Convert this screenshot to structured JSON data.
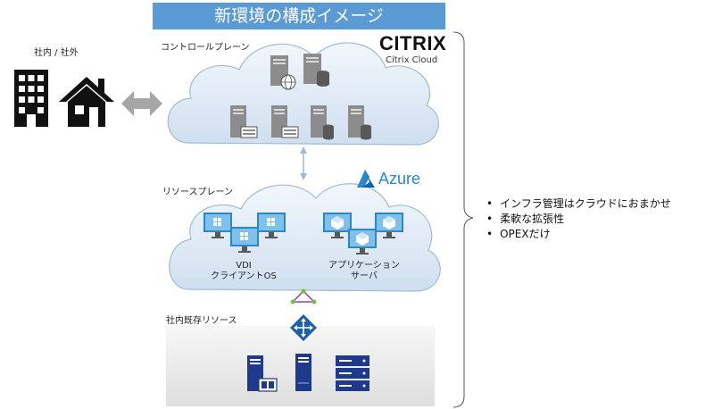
{
  "title": "新環境の構成イメージ",
  "site": {
    "label": "社内 / 社外"
  },
  "control_plane": {
    "label": "コントロールプレーン",
    "vendor": "CITRIX",
    "service": "Citrix Cloud"
  },
  "resource_plane": {
    "label": "リソースプレーン",
    "vendor": "Azure",
    "vdi_label": [
      "VDI",
      "クライアントOS"
    ],
    "app_label": [
      "アプリケーション",
      "サーバ"
    ]
  },
  "onprem": {
    "label": "社内既存リソース"
  },
  "benefits": [
    "インフラ管理はクラウドにおまかせ",
    "柔軟な拡張性",
    "OPEXだけ"
  ],
  "colors": {
    "title_bg": "#5b9bd5",
    "cloud_fill": "#deeaf6",
    "cloud_stroke": "#9fbbd9",
    "server_gray": "#8c8c8c",
    "server_navy": "#1f3a8a",
    "azure_blue": "#2a87c8"
  }
}
